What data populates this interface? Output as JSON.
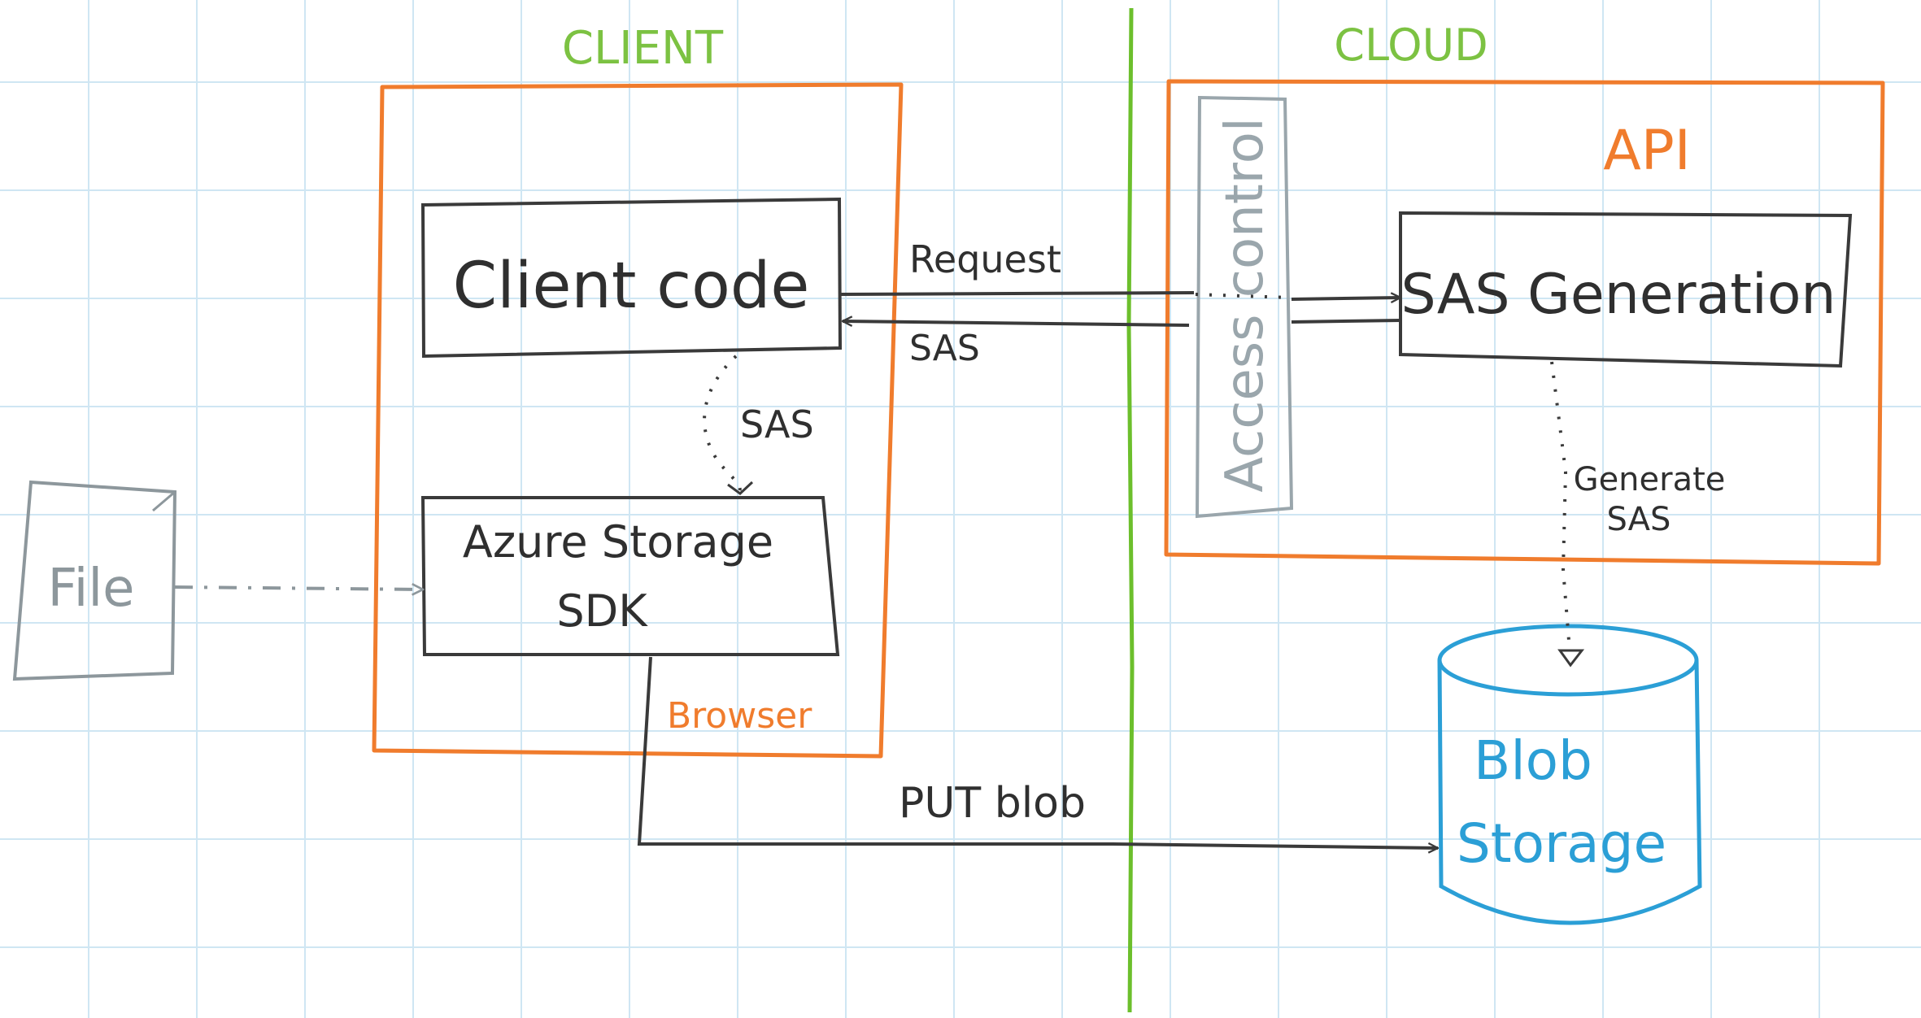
{
  "zones": {
    "client": "CLIENT",
    "cloud": "CLOUD"
  },
  "containers": {
    "browser": "Browser",
    "api": "API"
  },
  "components": {
    "client_code": "Client code",
    "sdk_line1": "Azure Storage",
    "sdk_line2": "SDK",
    "sas_generation": "SAS Generation",
    "access_control": "Access control",
    "file": "File",
    "blob_line1": "Blob",
    "blob_line2": "Storage"
  },
  "connections": {
    "request": "Request",
    "sas_response": "SAS",
    "sas_to_sdk": "SAS",
    "generate_line1": "Generate",
    "generate_line2": "SAS",
    "put_blob": "PUT blob"
  },
  "colors": {
    "grid": "#cfe6f3",
    "zone_label": "#7cc242",
    "divider": "#6cbf2c",
    "container": "#f07c2d",
    "component": "#3a3a3a",
    "access_control": "#9aa6ac",
    "file": "#8d979c",
    "blob": "#2b9fd6"
  }
}
